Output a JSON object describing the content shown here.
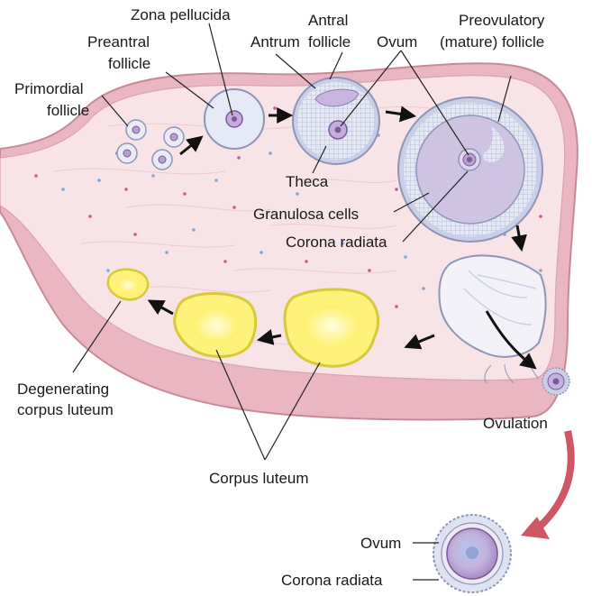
{
  "labels": {
    "zona_pellucida": "Zona pellucida",
    "antral_follicle_1": "Antral",
    "antral_follicle_2": "follicle",
    "antrum": "Antrum",
    "ovum_top": "Ovum",
    "preovulatory_1": "Preovulatory",
    "preovulatory_2": "(mature) follicle",
    "preantral_1": "Preantral",
    "preantral_2": "follicle",
    "primordial_1": "Primordial",
    "primordial_2": "follicle",
    "theca": "Theca",
    "granulosa": "Granulosa cells",
    "corona_top": "Corona radiata",
    "degenerating_1": "Degenerating",
    "degenerating_2": "corpus luteum",
    "ovulation": "Ovulation",
    "corpus_luteum": "Corpus luteum",
    "ovum_bottom": "Ovum",
    "corona_bottom": "Corona radiata"
  },
  "colors": {
    "stroma": "#f8e3e6",
    "capsule": "#e7b3bf",
    "capsule_edge": "#c98a98",
    "follicle_fill": "#e9ecf6",
    "follicle_edge": "#8e95b8",
    "granulosa_fill": "#dfe3f1",
    "ovum_fill": "#b9a1cf",
    "ovum_nucleus": "#7b5a9c",
    "corpus_fill": "#fff27a",
    "corpus_edge": "#d8c83a",
    "big_arrow": "#cf5665"
  }
}
